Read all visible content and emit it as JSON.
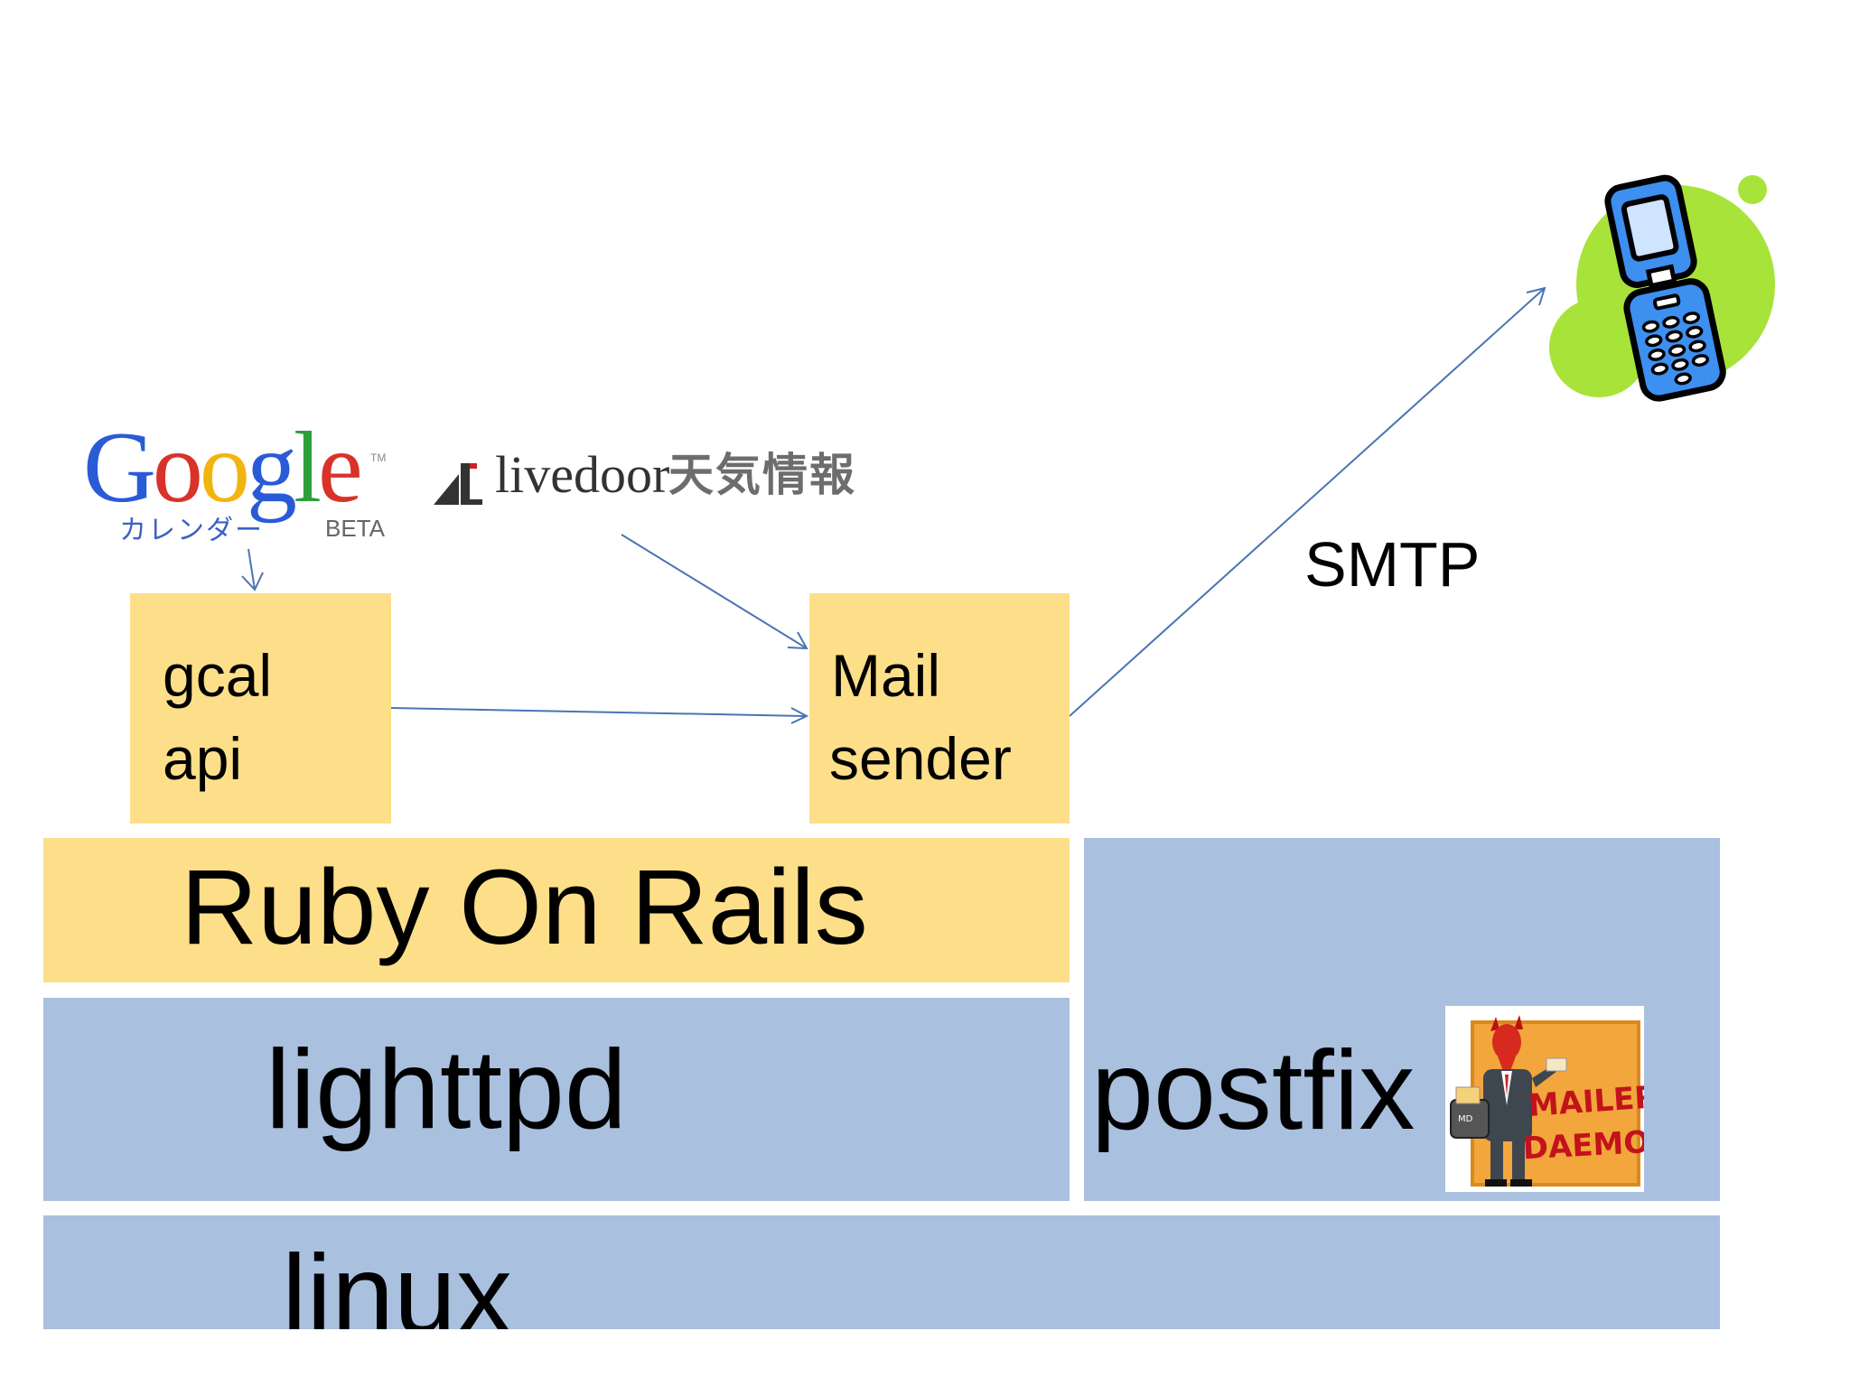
{
  "boxes": {
    "gcal": {
      "line1": "gcal",
      "line2": "api"
    },
    "mail": {
      "line1": "Mail",
      "line2": "sender"
    },
    "rails": "Ruby On Rails",
    "lighttpd": "lighttpd",
    "postfix": "postfix",
    "linux": "linux"
  },
  "edge_label": "SMTP",
  "logos": {
    "google": {
      "word": [
        "G",
        "o",
        "o",
        "g",
        "l",
        "e"
      ],
      "sub": "カレンダー",
      "beta": "BETA",
      "tm": "TM"
    },
    "livedoor": {
      "word": "livedoor",
      "jp": "天気情報"
    },
    "daemon": {
      "line1": "MAILER",
      "line2": "DAEMON",
      "bag": "MD"
    }
  },
  "colors": {
    "yellow": "#fedf89",
    "blue": "#a9c0df",
    "arrow": "#4a74b4",
    "phone_bg": "#a8e33a",
    "phone_body": "#3d8ff0"
  },
  "icons": [
    "google-calendar-logo",
    "livedoor-weather-logo",
    "mobile-phone-icon",
    "mailer-daemon-icon"
  ]
}
